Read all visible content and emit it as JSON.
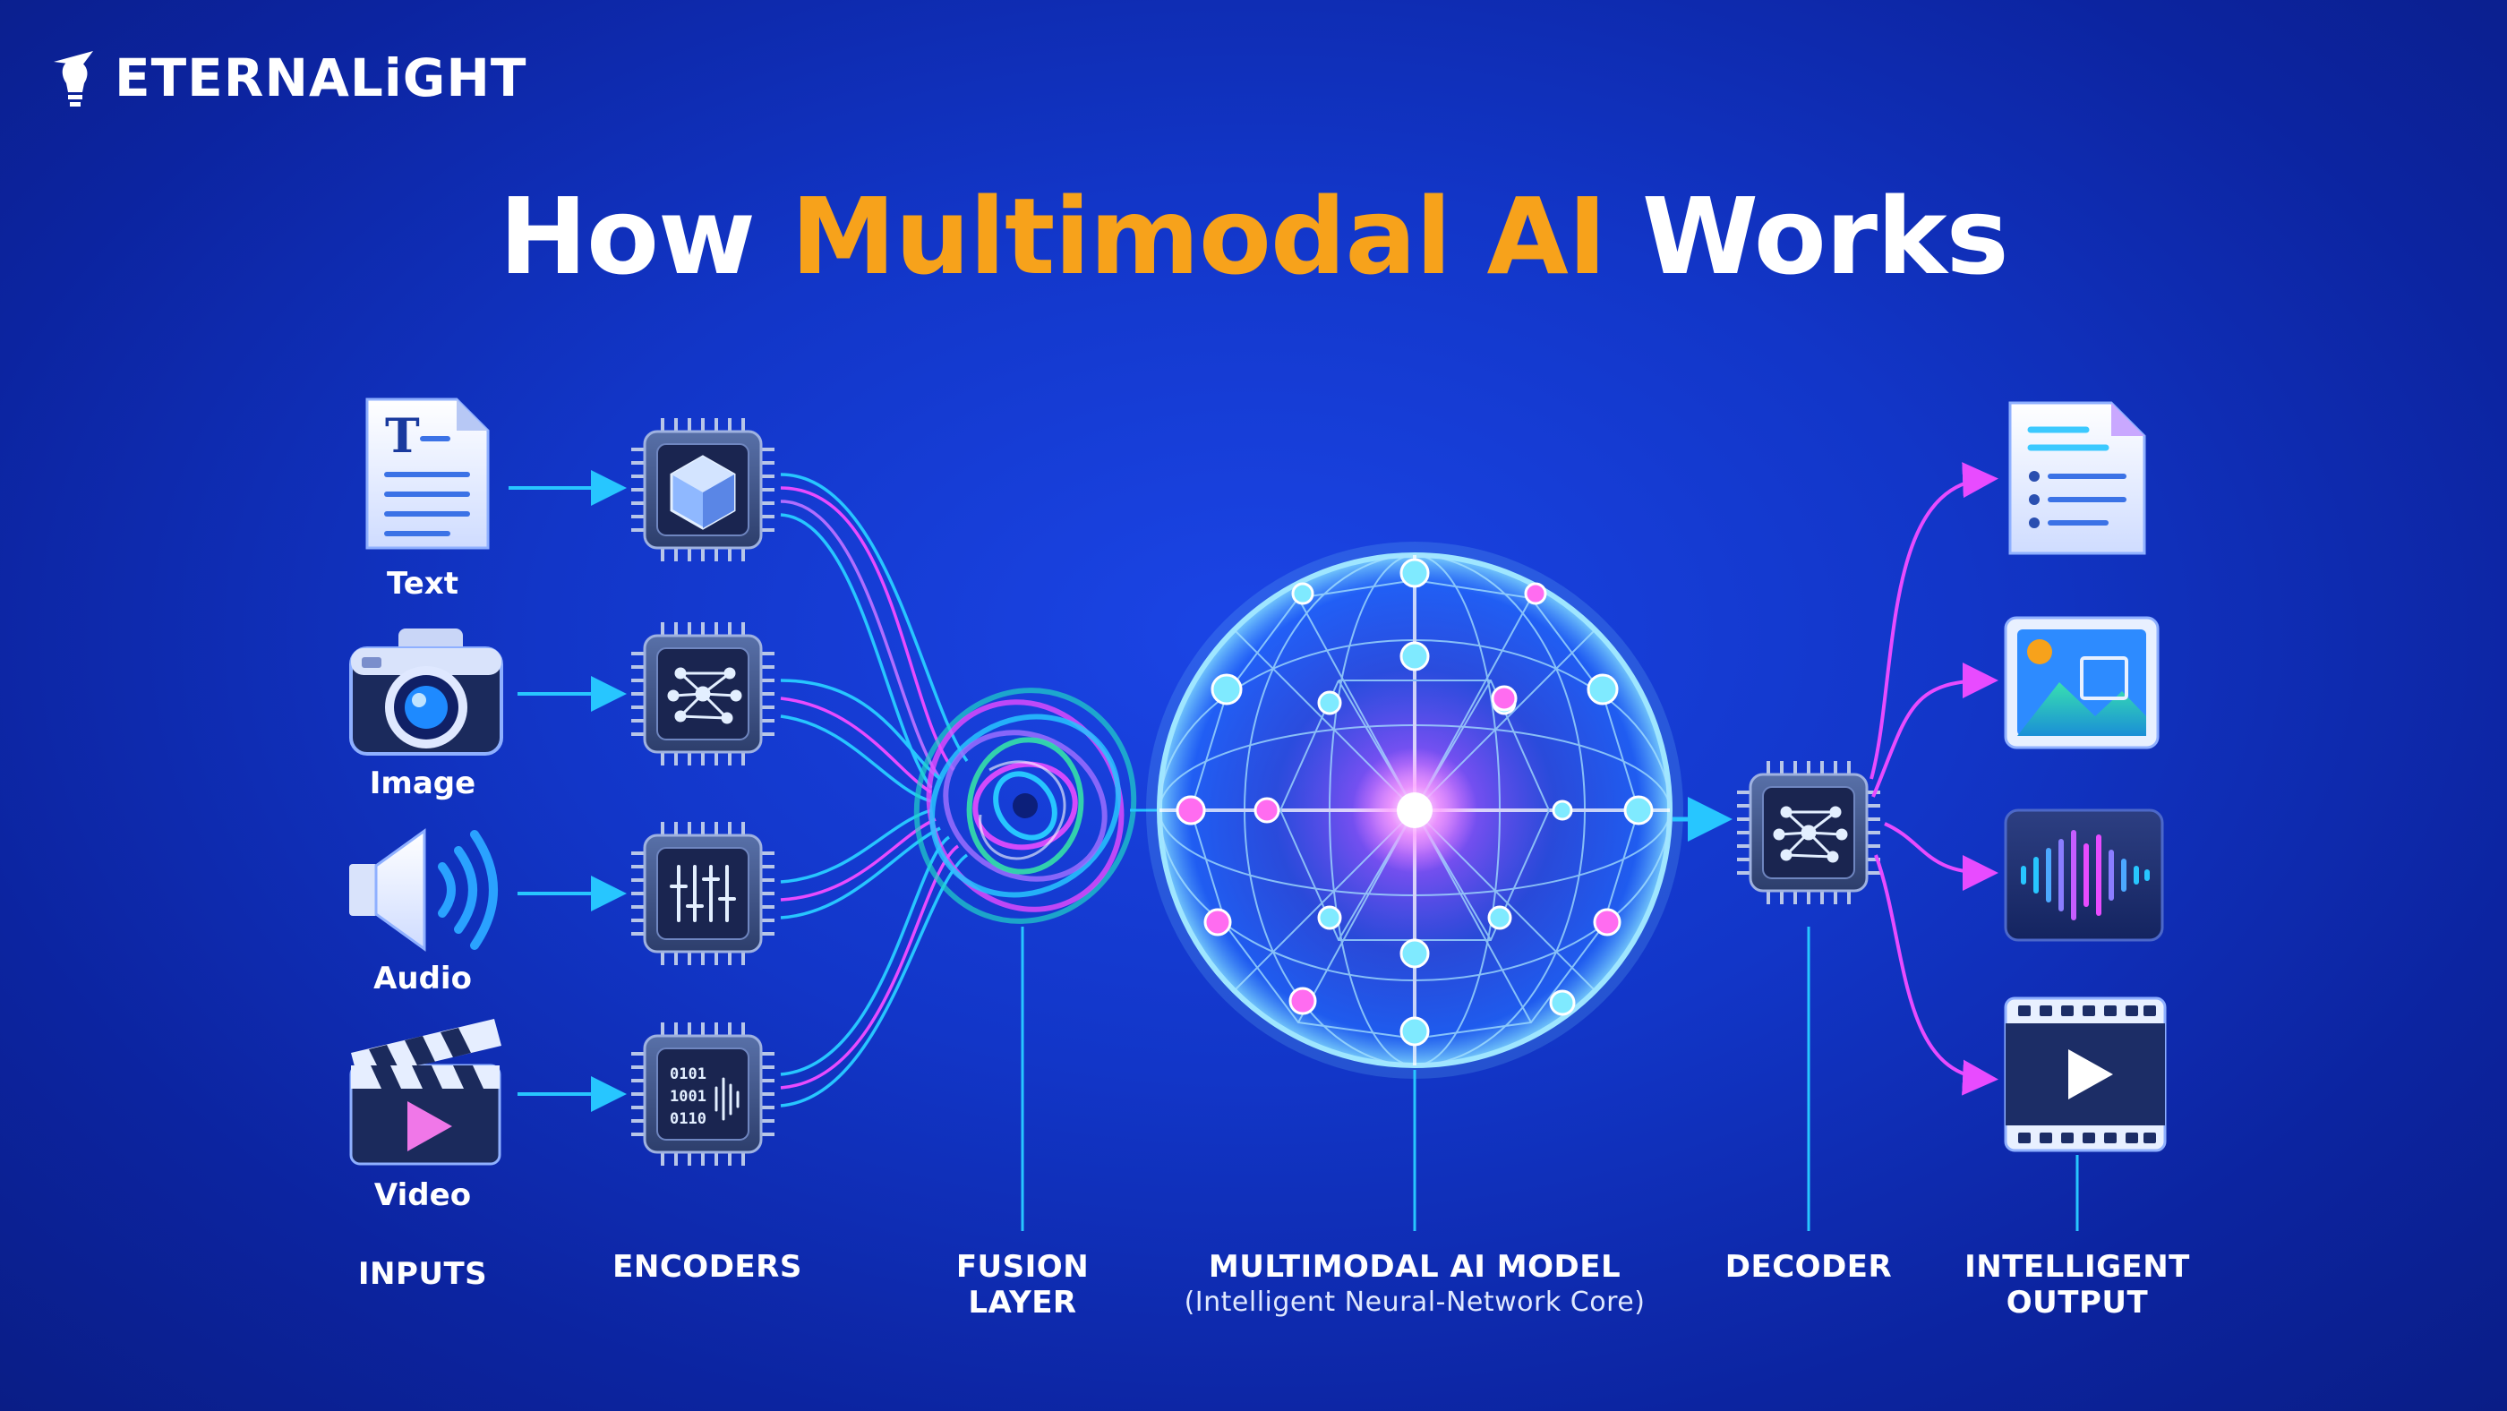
{
  "brand": {
    "name": "ETERNALiGHT"
  },
  "title": {
    "prefix": "How",
    "highlight": "Multimodal AI",
    "suffix": "Works"
  },
  "inputs": [
    {
      "label": "Text",
      "icon": "text-document-icon"
    },
    {
      "label": "Image",
      "icon": "camera-icon"
    },
    {
      "label": "Audio",
      "icon": "speaker-icon"
    },
    {
      "label": "Video",
      "icon": "clapperboard-icon"
    }
  ],
  "encoder_icons": [
    "cube-chip-icon",
    "network-chip-icon",
    "equalizer-chip-icon",
    "binary-chip-icon"
  ],
  "encoder_binary": [
    "0101",
    "1001",
    "0110"
  ],
  "outputs": [
    {
      "icon": "list-document-icon"
    },
    {
      "icon": "image-gallery-icon"
    },
    {
      "icon": "waveform-icon"
    },
    {
      "icon": "video-play-icon"
    }
  ],
  "columns": {
    "inputs": "INPUTS",
    "encoders": "ENCODERS",
    "fusion": [
      "FUSION",
      "LAYER"
    ],
    "model": "MULTIMODAL AI MODEL",
    "model_sub": "(Intelligent Neural-Network Core)",
    "decoder": "DECODER",
    "output": [
      "INTELLIGENT",
      "OUTPUT"
    ]
  },
  "colors": {
    "background": "#1236c8",
    "accent": "#f7a21b",
    "cyan": "#27c6ff",
    "magenta": "#e84bff",
    "chip": "#3a4d7d"
  }
}
